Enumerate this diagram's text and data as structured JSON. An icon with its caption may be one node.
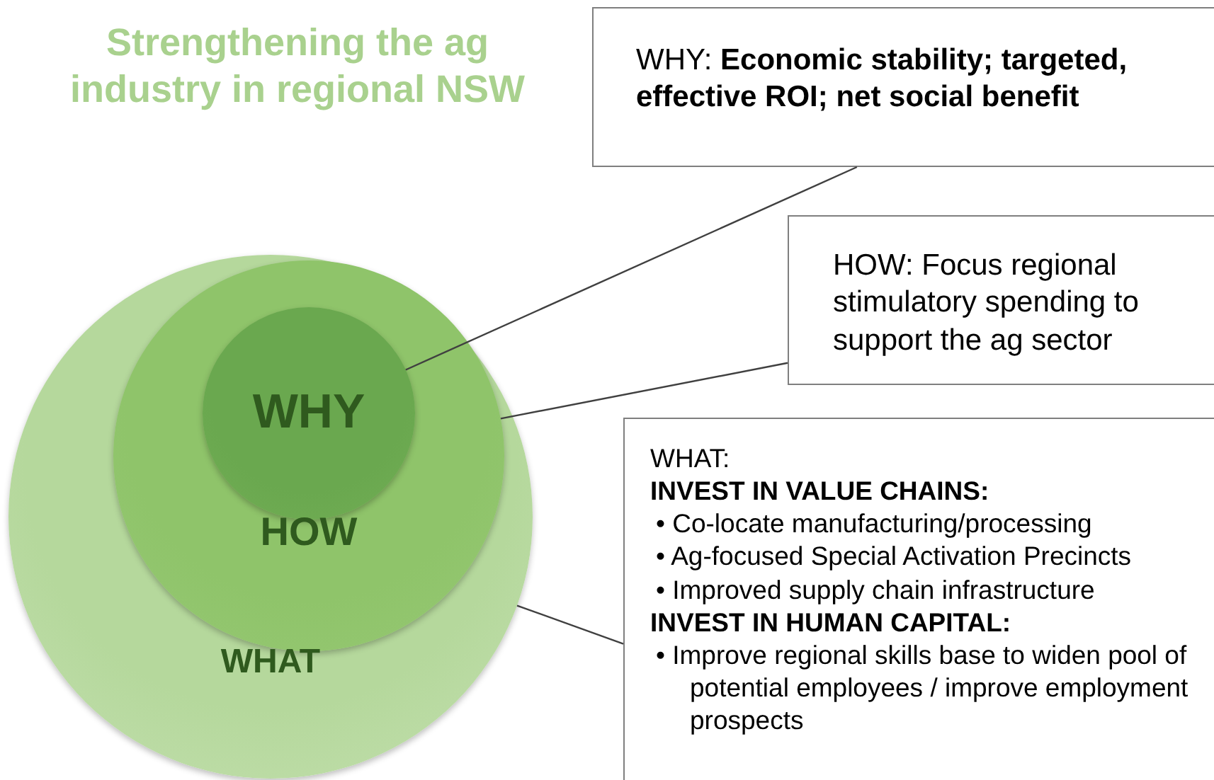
{
  "diagram": {
    "title": "Strengthening the ag industry in regional NSW",
    "nodes": [
      {
        "text": [
          "WHAT"
        ]
      },
      {
        "text": [
          "HOW"
        ],
        "in": 0
      },
      {
        "text": [
          "WHY"
        ],
        "in": 1
      },
      {
        "text": [
          "WHY: **Economic stability; targeted, effective ROI; net social benefit**"
        ]
      },
      {
        "text": [
          "HOW: Focus regional stimulatory spending to support the ag sector"
        ]
      },
      {
        "text": [
          "WHAT:",
          "INVEST IN VALUE CHAINS:",
          "• Co-locate manufacturing/processing",
          "• Ag-focused Special Activation Precincts",
          "• Improved supply chain infrastructure",
          "INVEST IN HUMAN CAPITAL:",
          "• Improve regional skills base to widen pool of potential employees / improve employment prospects"
        ]
      }
    ],
    "edges": [
      {
        "from": 3,
        "to": 2,
        "arrow": "none"
      },
      {
        "from": 4,
        "to": 1,
        "arrow": "none"
      },
      {
        "from": 5,
        "to": 0,
        "arrow": "none"
      }
    ]
  }
}
